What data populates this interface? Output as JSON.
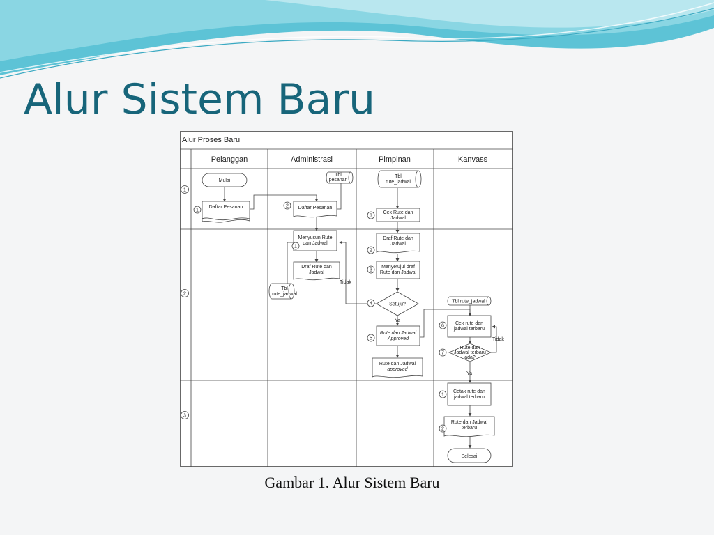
{
  "slide": {
    "title": "Alur Sistem Baru",
    "caption": "Gambar 1. Alur Sistem Baru"
  },
  "diagram": {
    "title": "Alur Proses Baru",
    "lanes": [
      "Pelanggan",
      "Administrasi",
      "Pimpinan",
      "Kanvass"
    ],
    "phases": [
      "1",
      "2",
      "3"
    ],
    "pelanggan": {
      "start": "Mulai",
      "daftar_pesanan": "Daftar Pesanan",
      "step_1": "1"
    },
    "administrasi": {
      "tbl_pesanan": [
        "Tbl",
        "pesanan"
      ],
      "daftar_pesanan": "Daftar Pesanan",
      "step_2": "2",
      "menyusun": [
        "Menyusun Rute",
        "dan Jadwal"
      ],
      "step_1": "1",
      "draf": [
        "Draf Rute dan",
        "Jadwal"
      ],
      "tbl_rute": [
        "Tbl",
        "rute_jadwal"
      ],
      "tidak": "Tidak"
    },
    "pimpinan": {
      "tbl_rute": [
        "Tbl",
        "rute_jadwal"
      ],
      "cek": [
        "Cek Rute dan",
        "Jadwal"
      ],
      "step_3a": "3",
      "draf": [
        "Draf Rute dan",
        "Jadwal"
      ],
      "step_2": "2",
      "menyetujui": [
        "Menyetujui draf",
        "Rute dan Jadwal"
      ],
      "step_3b": "3",
      "setuju": "Setuju?",
      "step_4": "4",
      "ya": "Ya",
      "approved": [
        "Rute dan Jadwal",
        "Approved"
      ],
      "step_5": "5",
      "doc_approved": [
        "Rute dan Jadwal",
        "approved"
      ]
    },
    "kanvass": {
      "tbl_rute": "Tbl rute_jadwal",
      "cek": [
        "Cek rute dan",
        "jadwal terbaru"
      ],
      "step_6": "6",
      "decision": [
        "Rute dan",
        "Jadwal terbaru",
        "ada?"
      ],
      "step_7": "7",
      "tidak": "Tidak",
      "ya": "Ya",
      "cetak": [
        "Cetak rute dan",
        "jadwal terbaru"
      ],
      "step_1": "1",
      "doc": [
        "Rute dan Jadwal",
        "terbaru"
      ],
      "step_2": "2",
      "selesai": "Selesai"
    }
  }
}
